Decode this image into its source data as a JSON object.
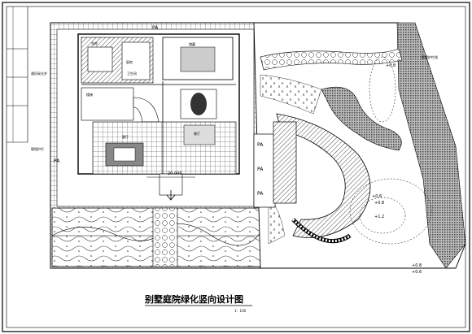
{
  "drawing": {
    "title": "别墅庭院绿化竖向设计图",
    "scale": "1：100"
  },
  "labels": {
    "pa_top": "PA",
    "pa_left": "PA",
    "pa_group": [
      "PA",
      "PA",
      "PA"
    ],
    "dimension": "20.000",
    "left_note_1": "通风采光井",
    "left_note_2": "围墙护栏",
    "right_note": "围墙护栏线",
    "room_labels": [
      "车库",
      "厨房",
      "卫生间",
      "客厅",
      "餐厅",
      "楼梯",
      "储藏"
    ],
    "elev_1": "+0.8",
    "elev_2": "+0.8",
    "elev_3": "+0.6",
    "elev_4": "+1.2",
    "elev_5": "+0.8",
    "elev_6": "+0.6"
  }
}
